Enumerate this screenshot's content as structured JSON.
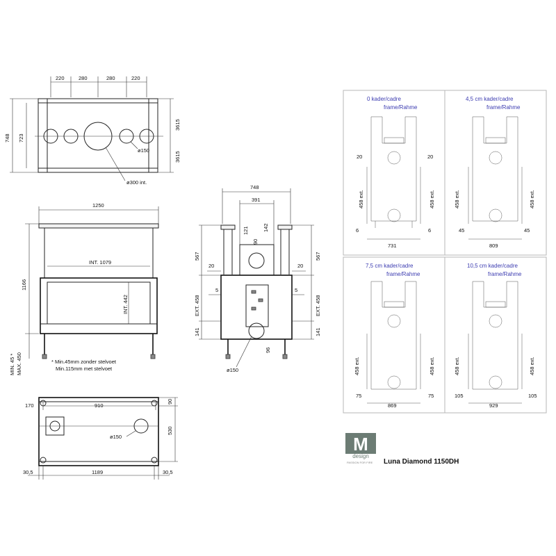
{
  "top_view": {
    "d1": "220",
    "d2": "280",
    "d3": "280",
    "d4": "220",
    "height_outer": "748",
    "height_inner": "723",
    "right_top": "3615",
    "right_bottom": "3615",
    "hole_small": "ø150",
    "hole_big": "ø300 int."
  },
  "front_view": {
    "width": "1250",
    "int_width": "INT. 1079",
    "int_height": "INT. 442",
    "height": "1166",
    "min_max_1": "MIN. 45 *",
    "min_max_2": "MAX. 450",
    "note_1": "* Min.45mm zonder stelvoet",
    "note_2": "Min.115mm met stelvoet"
  },
  "side_view": {
    "width": "748",
    "inner": "391",
    "d121": "121",
    "d142": "142",
    "d90": "90",
    "left_567": "567",
    "right_567": "567",
    "left_20": "20",
    "right_20": "20",
    "left_5": "5",
    "right_5": "5",
    "left_ext": "EXT. 458",
    "right_ext": "EXT. 458",
    "left_141": "141",
    "right_141": "141",
    "d96": "96",
    "hole": "ø150"
  },
  "bottom_view": {
    "left": "170",
    "width": "910",
    "right_top": "90",
    "height": "530",
    "hole": "ø150",
    "left_edge": "30,5",
    "total": "1189",
    "right_edge": "30,5"
  },
  "frames": [
    {
      "line1": "0  kader/cadre",
      "line2": "frame/Rahme",
      "side": "20",
      "ext": "458 ext.",
      "gap": "6",
      "total": "731"
    },
    {
      "line1": "4,5 cm  kader/cadre",
      "line2": "frame/Rahme",
      "side": "",
      "ext": "458 ext.",
      "gap": "45",
      "total": "809"
    },
    {
      "line1": "7,5 cm  kader/cadre",
      "line2": "frame/Rahme",
      "side": "",
      "ext": "458 ext.",
      "gap": "75",
      "total": "869"
    },
    {
      "line1": "10,5 cm  kader/cadre",
      "line2": "frame/Rahme",
      "side": "",
      "ext": "458 ext.",
      "gap": "105",
      "total": "929"
    }
  ],
  "logo": {
    "letter": "M",
    "word": "design",
    "tagline": "PASSION FOR FIRE"
  },
  "product": "Luna Diamond 1150DH"
}
